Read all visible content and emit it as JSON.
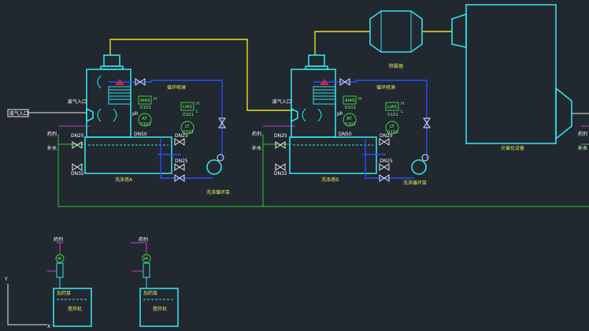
{
  "labels": {
    "gas_inlet_left": "废气入口",
    "gas_inlet_a": "废气入口",
    "gas_inlet_b": "废气入口",
    "circ_spray_a": "循环喷淋",
    "circ_spray_b": "循环喷淋",
    "tower_a": "洗涤塔A",
    "tower_b": "洗涤塔B",
    "pump_a": "洗涤循环泵",
    "pump_b": "洗涤循环泵",
    "demister": "除雾器",
    "photolysis": "光催化设备",
    "reagent_a": "药剂",
    "reagent_b": "药剂",
    "reagent_c": "药剂",
    "makeup_a": "补水",
    "makeup_b": "补水",
    "makeup_c": "补水",
    "dosing_reagent_1": "药剂",
    "dosing_reagent_2": "药剂",
    "dosing_tank_1": "加药泵",
    "dosing_tank_2": "加药泵",
    "mixer_1": "搅拌机",
    "mixer_2": "搅拌机",
    "ph_a": "ph",
    "ph_b": "ph",
    "dn25_a1": "DN25",
    "dn25_a2": "DN25",
    "dn25_a3": "DN25",
    "dn32_a": "DN32",
    "dn50_a": "DN50",
    "dn25_b1": "DN25",
    "dn25_b2": "DN25",
    "dn25_b3": "DN25",
    "dn32_b": "DN32",
    "dn50_b": "DN50",
    "axis_y": "Y",
    "axis_x": "X"
  },
  "instruments": {
    "a": [
      {
        "tag": "AIAS",
        "num": "0101"
      },
      {
        "tag": "AT",
        "num": "0101"
      },
      {
        "tag": "LIAS",
        "num": "0101"
      },
      {
        "tag": "LT",
        "num": "0101"
      }
    ],
    "b": [
      {
        "tag": "AIAS",
        "num": "0101"
      },
      {
        "tag": "AT",
        "num": "0101"
      },
      {
        "tag": "LIAS",
        "num": "0101"
      },
      {
        "tag": "LT",
        "num": "0101"
      }
    ],
    "alarm_h": "H",
    "alarm_l": "L",
    "motor": "M"
  },
  "colors": {
    "equipment": "#34e0ea",
    "gas_line": "#e8e020",
    "liquid_line": "#2a4cff",
    "makeup_line": "#2ec82e",
    "reagent_line": "#c040c0",
    "background": "#212830"
  }
}
